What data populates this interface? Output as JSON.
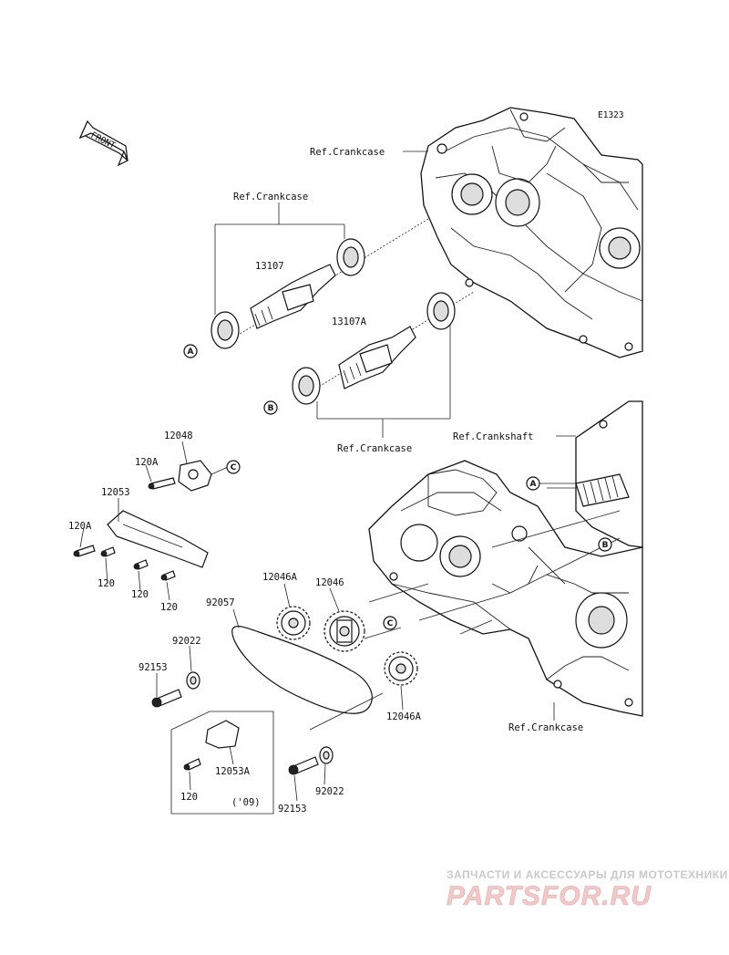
{
  "diagram_code": "E1323",
  "front_label": "FRONT",
  "refs": {
    "crankcase_top": "Ref.Crankcase",
    "crankcase_upper": "Ref.Crankcase",
    "crankcase_lower": "Ref.Crankcase",
    "crankcase_bottom": "Ref.Crankcase",
    "crankshaft": "Ref.Crankshaft"
  },
  "parts": {
    "p13107": "13107",
    "p13107a": "13107A",
    "p12048": "12048",
    "p120a_1": "120A",
    "p120a_2": "120A",
    "p12053": "12053",
    "p120_1": "120",
    "p120_2": "120",
    "p120_3": "120",
    "p120_4": "120",
    "p12046a_1": "12046A",
    "p12046": "12046",
    "p12046a_2": "12046A",
    "p92057": "92057",
    "p92022_1": "92022",
    "p92022_2": "92022",
    "p92153_1": "92153",
    "p92153_2": "92153",
    "p12053a": "12053A"
  },
  "year_note": "('09)",
  "markers": {
    "a1": "A",
    "b1": "B",
    "c1": "C",
    "a2": "A",
    "b2": "B",
    "c2": "C"
  },
  "watermark": {
    "tagline": "ЗАПЧАСТИ И АКСЕССУАРЫ ДЛЯ МОТОТЕХНИКИ",
    "logo": "PARTSFOR.RU"
  }
}
